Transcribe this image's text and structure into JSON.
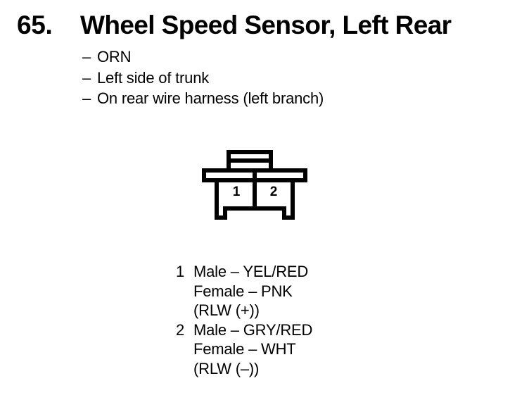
{
  "page": {
    "background_color": "#ffffff",
    "ink_color": "#000000"
  },
  "heading": {
    "number": "65.",
    "title": "Wheel Speed Sensor, Left Rear"
  },
  "attributes": {
    "dash": "–",
    "items": [
      {
        "text": "ORN"
      },
      {
        "text": "Left side of trunk"
      },
      {
        "text": "On rear wire harness (left branch)"
      }
    ]
  },
  "connector": {
    "name": "two-cavity-connector",
    "cavity_count": 2,
    "cavities": [
      {
        "label": "1"
      },
      {
        "label": "2"
      }
    ],
    "stroke_color": "#000000",
    "fill_color": "#ffffff"
  },
  "pin_legend": {
    "pins": [
      {
        "index": "1",
        "lines": [
          "Male – YEL/RED",
          "Female – PNK",
          "(RLW (+))"
        ]
      },
      {
        "index": "2",
        "lines": [
          "Male – GRY/RED",
          "Female – WHT",
          "(RLW (–))"
        ]
      }
    ]
  }
}
